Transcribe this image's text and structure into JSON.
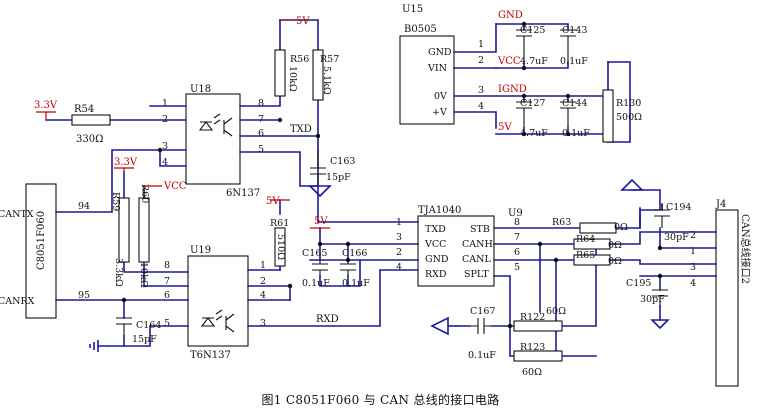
{
  "caption": "图1 C8051F060 与 CAN 总线的接口电路",
  "components": {
    "u15": {
      "ref": "U15",
      "part": "B0505",
      "pins": [
        "GND",
        "VIN",
        "0V",
        "+V"
      ],
      "pin_nums": [
        "1",
        "2",
        "3",
        "4"
      ]
    },
    "u18": {
      "ref": "U18",
      "part": "6N137",
      "pin_nums": [
        "1",
        "2",
        "3",
        "4",
        "8",
        "7",
        "6",
        "5"
      ]
    },
    "u19": {
      "ref": "U19",
      "part": "T6N137",
      "pin_nums": [
        "8",
        "7",
        "6",
        "5",
        "1",
        "2",
        "4",
        "3"
      ]
    },
    "u9": {
      "ref": "U9",
      "part": "TJA1040",
      "pins_left": [
        "TXD",
        "VCC",
        "GND",
        "RXD"
      ],
      "pins_right": [
        "STB",
        "CANH",
        "CANL",
        "SPLT"
      ],
      "pin_nums_left": [
        "1",
        "3",
        "2",
        "4"
      ],
      "pin_nums_right": [
        "8",
        "7",
        "6",
        "5"
      ]
    },
    "mcu": {
      "part": "C8051F060",
      "pins": [
        "CANTX",
        "CANRX"
      ],
      "pin_nums": [
        "94",
        "95"
      ]
    },
    "j4": {
      "ref": "J4",
      "label": "CAN总线接口2",
      "pin_nums": [
        "2",
        "1",
        "3",
        "4"
      ]
    }
  },
  "parts": {
    "r54": {
      "ref": "R54",
      "value": "330Ω"
    },
    "r56": {
      "ref": "R56",
      "value": "10kΩ"
    },
    "r57": {
      "ref": "R57",
      "value": "5.1kΩ"
    },
    "r59": {
      "ref": "R59",
      "value": "3.3kΩ"
    },
    "r60": {
      "ref": "R60",
      "value": "10kΩ"
    },
    "r61": {
      "ref": "R61",
      "value": "510Ω"
    },
    "r63": {
      "ref": "R63",
      "value": "0Ω"
    },
    "r64": {
      "ref": "R64",
      "value": "0Ω"
    },
    "r65": {
      "ref": "R65",
      "value": "0Ω"
    },
    "r122": {
      "ref": "R122",
      "value": "60Ω"
    },
    "r123": {
      "ref": "R123",
      "value": "60Ω"
    },
    "r130": {
      "ref": "R130",
      "value": "500Ω"
    },
    "c125": {
      "ref": "C125",
      "value": "4.7uF"
    },
    "c143": {
      "ref": "C143",
      "value": "0.1uF"
    },
    "c127": {
      "ref": "C127",
      "value": "4.7uF"
    },
    "c144": {
      "ref": "C144",
      "value": "0.1uF"
    },
    "c163": {
      "ref": "C163",
      "value": "15pF"
    },
    "c164": {
      "ref": "C164",
      "value": "15pF"
    },
    "c165": {
      "ref": "C165",
      "value": "0.1uF"
    },
    "c166": {
      "ref": "C166",
      "value": "0.1uF"
    },
    "c167": {
      "ref": "C167",
      "value": "0.1uF"
    },
    "c194": {
      "ref": "C194",
      "value": "30pF"
    },
    "c195": {
      "ref": "C195",
      "value": "30pF"
    }
  },
  "nets": {
    "v33": "3.3V",
    "v5": "5V",
    "vcc": "VCC",
    "gnd": "GND",
    "igndl": "IGND",
    "txd": "TXD",
    "rxd": "RXD"
  }
}
